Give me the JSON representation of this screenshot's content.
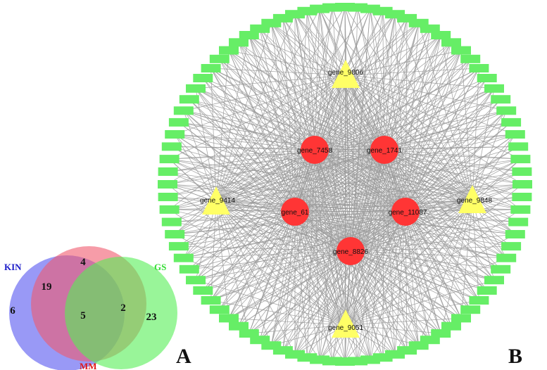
{
  "venn": {
    "sets": [
      {
        "name": "KIN",
        "color": "#5555f0",
        "label_color": "#1a1ac8"
      },
      {
        "name": "MM",
        "color": "#f05a6e",
        "label_color": "#e01a1a"
      },
      {
        "name": "GS",
        "color": "#55ee55",
        "label_color": "#33dd33"
      }
    ],
    "regions": {
      "kin_only": "6",
      "mm_only": "4",
      "gs_only": "23",
      "kin_mm": "19",
      "mm_gs": "2",
      "all_three": "5"
    },
    "panel_label": "A"
  },
  "network": {
    "panel_label": "B",
    "colors": {
      "hub": "#ff3535",
      "secondary": "#ffff66",
      "peripheral": "#66ee66",
      "edge": "#9a9a9a"
    },
    "hub_nodes": [
      {
        "name": "gene_7458"
      },
      {
        "name": "gene_1741"
      },
      {
        "name": "gene_61"
      },
      {
        "name": "gene_11087"
      },
      {
        "name": "gene_8826"
      }
    ],
    "secondary_nodes": [
      {
        "name": "gene_9806"
      },
      {
        "name": "gene_9414"
      },
      {
        "name": "gene_9848"
      },
      {
        "name": "gene_9051"
      }
    ],
    "peripheral_node_count": 88
  }
}
